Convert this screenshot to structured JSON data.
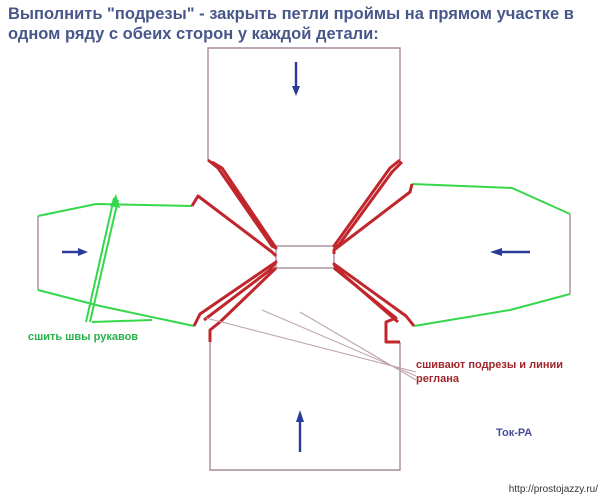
{
  "title": "Выполнить \"подрезы\" - закрыть петли  проймы на прямом участке в одном ряду с обеих  сторон у каждой детали:",
  "labels": {
    "sew_sleeves": "сшить  швы рукавов",
    "raglan_note": "сшивают подрезы и линии реглана",
    "signature": "Ток-РА",
    "url": "http://prostojazzy.ru/"
  },
  "colors": {
    "title": "#47578a",
    "outline": "#a8899a",
    "raglan": "#c0262b",
    "sleeve": "#35d84a",
    "arrow": "#2a3b9a"
  }
}
